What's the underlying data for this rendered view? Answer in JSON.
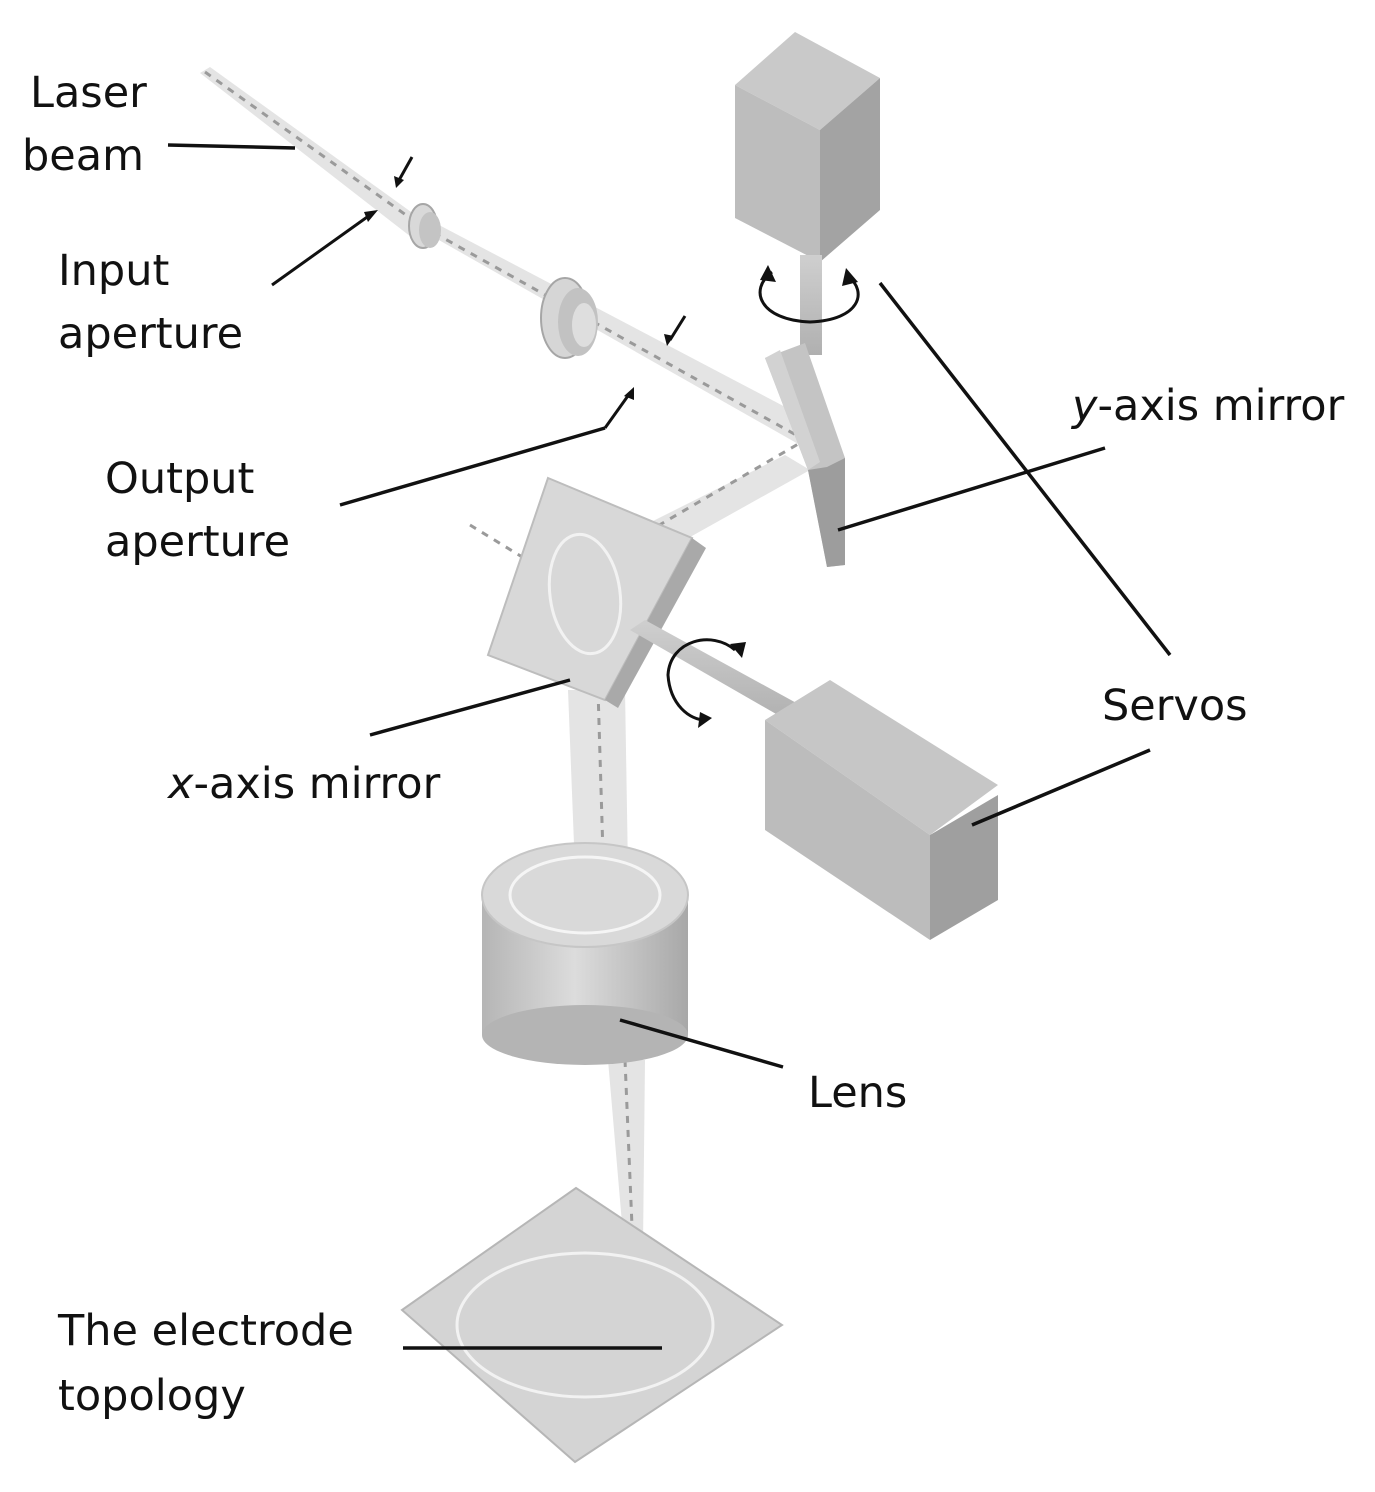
{
  "diagram": {
    "labels": {
      "laser_beam_1": "Laser",
      "laser_beam_2": "beam",
      "input_aperture_1": "Input",
      "input_aperture_2": "aperture",
      "output_aperture_1": "Output",
      "output_aperture_2": "aperture",
      "y_axis_mirror_italic": "y",
      "y_axis_mirror_rest": "-axis mirror",
      "x_axis_mirror_italic": "x",
      "x_axis_mirror_rest": "-axis mirror",
      "servos": "Servos",
      "lens": "Lens",
      "electrode_1": "The electrode",
      "electrode_2": "topology"
    },
    "colors": {
      "beam": "#e4e4e4",
      "component_light": "#d6d6d6",
      "component_mid": "#bdbdbd",
      "component_dark": "#9a9a9a",
      "text": "#111111"
    }
  }
}
